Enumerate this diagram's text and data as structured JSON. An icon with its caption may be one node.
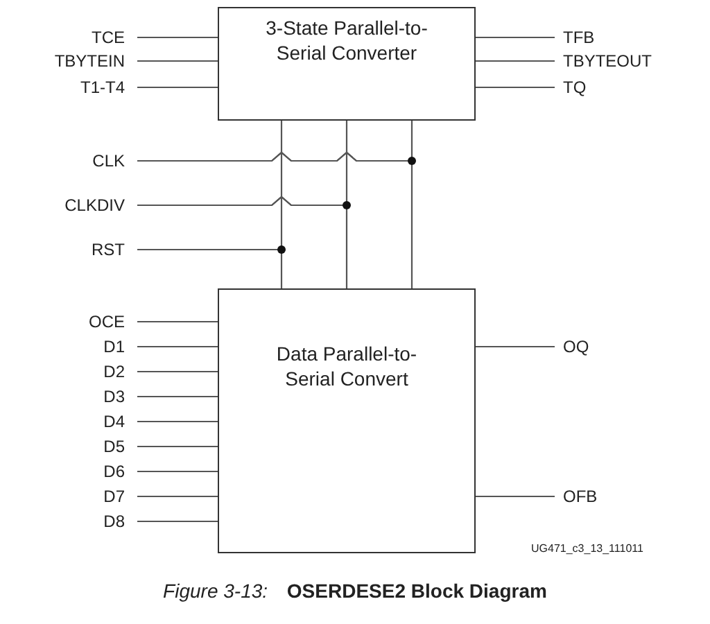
{
  "diagram": {
    "caption": "*Figure 3-13:* **OSERDESE2 Block Diagram**",
    "nodes": [
      {
        "text": [
          "3-State Parallel-to-Serial Converter"
        ]
      },
      {
        "text": [
          "Data Parallel-to-Serial Convert"
        ]
      },
      {
        "text": [
          "TCE"
        ]
      },
      {
        "text": [
          "TBYTEIN"
        ]
      },
      {
        "text": [
          "T1-T4"
        ]
      },
      {
        "text": [
          "TFB"
        ]
      },
      {
        "text": [
          "TBYTEOUT"
        ]
      },
      {
        "text": [
          "TQ"
        ]
      },
      {
        "text": [
          "CLK"
        ]
      },
      {
        "text": [
          "CLKDIV"
        ]
      },
      {
        "text": [
          "RST"
        ]
      },
      {
        "text": [
          "OCE"
        ]
      },
      {
        "text": [
          "D1"
        ]
      },
      {
        "text": [
          "D2"
        ]
      },
      {
        "text": [
          "D3"
        ]
      },
      {
        "text": [
          "D4"
        ]
      },
      {
        "text": [
          "D5"
        ]
      },
      {
        "text": [
          "D6"
        ]
      },
      {
        "text": [
          "D7"
        ]
      },
      {
        "text": [
          "D8"
        ]
      },
      {
        "text": [
          "OQ"
        ]
      },
      {
        "text": [
          "OFB"
        ]
      }
    ],
    "edges": [
      {
        "from": 2,
        "to": 0,
        "arrow": "none"
      },
      {
        "from": 3,
        "to": 0,
        "arrow": "none"
      },
      {
        "from": 4,
        "to": 0,
        "arrow": "none"
      },
      {
        "from": 0,
        "to": 5,
        "arrow": "none"
      },
      {
        "from": 0,
        "to": 6,
        "arrow": "none"
      },
      {
        "from": 0,
        "to": 7,
        "arrow": "none"
      },
      {
        "from": 8,
        "to": 0,
        "arrow": "none"
      },
      {
        "from": 8,
        "to": 1,
        "arrow": "none"
      },
      {
        "from": 9,
        "to": 0,
        "arrow": "none"
      },
      {
        "from": 9,
        "to": 1,
        "arrow": "none"
      },
      {
        "from": 10,
        "to": 0,
        "arrow": "none"
      },
      {
        "from": 10,
        "to": 1,
        "arrow": "none"
      },
      {
        "from": 11,
        "to": 1,
        "arrow": "none"
      },
      {
        "from": 12,
        "to": 1,
        "arrow": "none"
      },
      {
        "from": 13,
        "to": 1,
        "arrow": "none"
      },
      {
        "from": 14,
        "to": 1,
        "arrow": "none"
      },
      {
        "from": 15,
        "to": 1,
        "arrow": "none"
      },
      {
        "from": 16,
        "to": 1,
        "arrow": "none"
      },
      {
        "from": 17,
        "to": 1,
        "arrow": "none"
      },
      {
        "from": 18,
        "to": 1,
        "arrow": "none"
      },
      {
        "from": 19,
        "to": 1,
        "arrow": "none"
      },
      {
        "from": 1,
        "to": 20,
        "arrow": "none"
      },
      {
        "from": 1,
        "to": 21,
        "arrow": "none"
      }
    ],
    "labels": [
      "UG471_c3_13_111011"
    ]
  }
}
